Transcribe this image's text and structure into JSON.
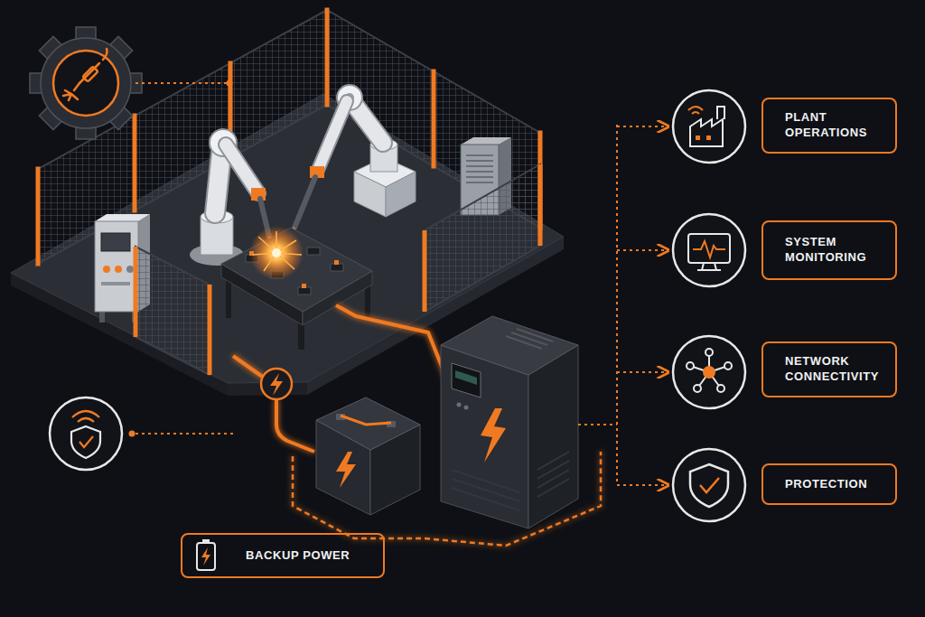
{
  "diagram": {
    "nodes": [
      {
        "text": [
          "PLANT OPERATIONS"
        ]
      },
      {
        "text": [
          "SYSTEM MONITORING"
        ]
      },
      {
        "text": [
          "NETWORK CONNECTIVITY"
        ]
      },
      {
        "text": [
          "PROTECTION"
        ]
      },
      {
        "text": [
          "BACKUP POWER"
        ]
      }
    ]
  }
}
